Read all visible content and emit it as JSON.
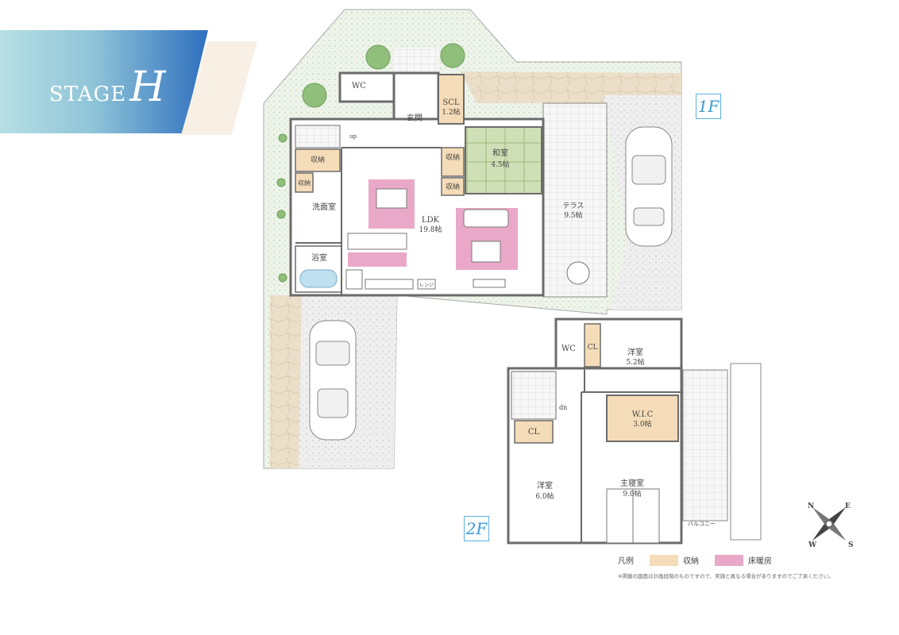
{
  "banner": {
    "word": "STAGE",
    "letter": "H"
  },
  "floors": {
    "first": "1F",
    "second": "2F"
  },
  "rooms_1f": {
    "wc": "WC",
    "scl": "SCL",
    "scl_size": "1.2帖",
    "entrance": "玄関",
    "storage_a": "収納",
    "storage_b": "収納",
    "storage_c": "収納",
    "storage_d": "収納",
    "washroom": "洗面室",
    "bath": "浴室",
    "japanese": "和室",
    "japanese_size": "4.5帖",
    "ldk": "LDK",
    "ldk_size": "19.8帖",
    "terrace": "テラス",
    "terrace_size": "9.5帖",
    "up": "up",
    "fridge": "レンジ"
  },
  "rooms_2f": {
    "wc": "WC",
    "cl_a": "CL",
    "cl_b": "CL",
    "western_a": "洋室",
    "western_a_size": "5.2帖",
    "wic": "W.I.C",
    "wic_size": "3.0帖",
    "western_b": "洋室",
    "western_b_size": "6.0帖",
    "master": "主寝室",
    "master_size": "9.0帖",
    "balcony": "バルコニー",
    "dn": "dn"
  },
  "compass": {
    "n": "N",
    "e": "E",
    "s": "S",
    "w": "W"
  },
  "legend": {
    "title": "凡例",
    "items": [
      {
        "label": "収納",
        "color": "#f5dcb8"
      },
      {
        "label": "床暖房",
        "color": "#eaa8c8"
      }
    ]
  },
  "note": "※掲載の図面は計画段階のものですので、実施と異なる場合がありますのでご了承ください。",
  "colors": {
    "garden": "#e7efe0",
    "stone": "#e9dcc6",
    "gravel": "#ececec",
    "wall": "#6b6b6b",
    "tatami": "#c9dcb0",
    "storage": "#f5dcb8",
    "floor_heat": "#eaa8c8",
    "accent": "#3a9ad6"
  }
}
